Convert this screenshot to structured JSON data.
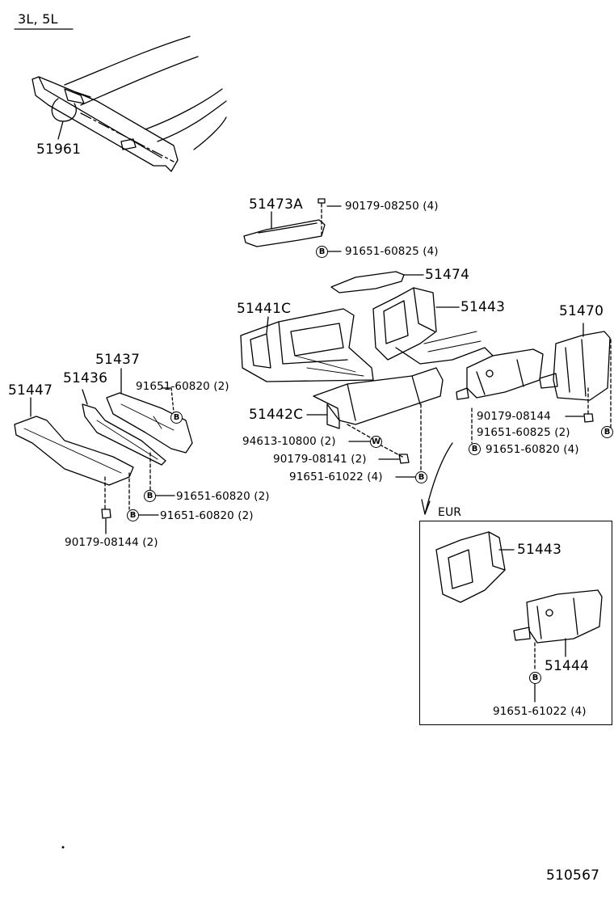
{
  "header": {
    "variant": "3L, 5L"
  },
  "footer": {
    "illustration_no": "510567"
  },
  "eur_box": {
    "label": "EUR"
  },
  "badges": {
    "bolt": "B",
    "washer": "W"
  },
  "labels": {
    "p51961": "51961",
    "p51473a": "51473A",
    "f90179_08250": "90179-08250 (4)",
    "f91651_60825_4": "91651-60825 (4)",
    "p51474": "51474",
    "p51441c": "51441C",
    "p51443": "51443",
    "p51470": "51470",
    "p51437": "51437",
    "p51436": "51436",
    "p51447": "51447",
    "f91651_60820_a": "91651-60820 (2)",
    "p51442c": "51442C",
    "f94613_10800": "94613-10800 (2)",
    "f90179_08141": "90179-08141 (2)",
    "f91651_61022_main": "91651-61022 (4)",
    "f90179_08144_r": "90179-08144",
    "f91651_60825_2": "91651-60825 (2)",
    "f91651_60820_4": "91651-60820 (4)",
    "f91651_60820_b": "91651-60820 (2)",
    "f91651_60820_c": "91651-60820 (2)",
    "f90179_08144_l": "90179-08144 (2)",
    "p51443_eur": "51443",
    "p51444": "51444",
    "f91651_61022_eur": "91651-61022 (4)"
  }
}
